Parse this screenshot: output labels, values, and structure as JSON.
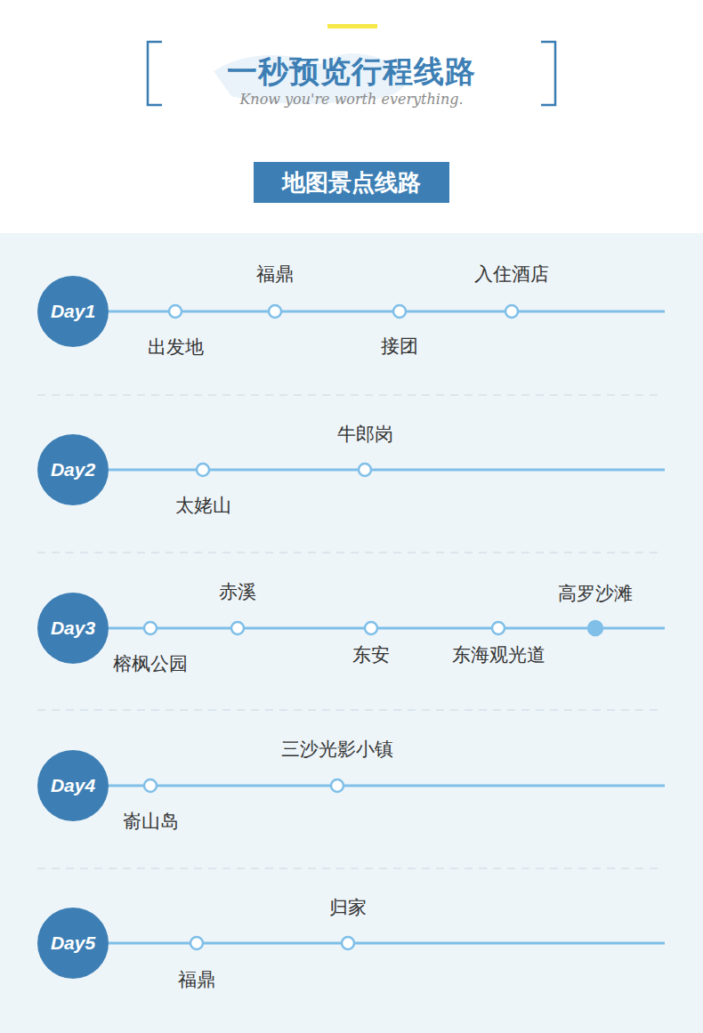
{
  "diagram": {
    "title": "一秒预览行程线路",
    "nodes": [
      {
        "text": [
          "地图景点线路"
        ]
      },
      {
        "text": [
          "Day1"
        ]
      },
      {
        "text": [
          "Day2"
        ]
      },
      {
        "text": [
          "Day3"
        ]
      },
      {
        "text": [
          "Day4"
        ]
      },
      {
        "text": [
          "Day5"
        ]
      }
    ],
    "labels": [
      "Know you're worth everything.",
      "出发地",
      "福鼎",
      "接团",
      "入住酒店",
      "太姥山",
      "牛郎岗",
      "榕枫公园",
      "赤溪",
      "东安",
      "东海观光道",
      "高罗沙滩",
      "嵛山岛",
      "三沙光影小镇",
      "福鼎",
      "归家"
    ]
  }
}
